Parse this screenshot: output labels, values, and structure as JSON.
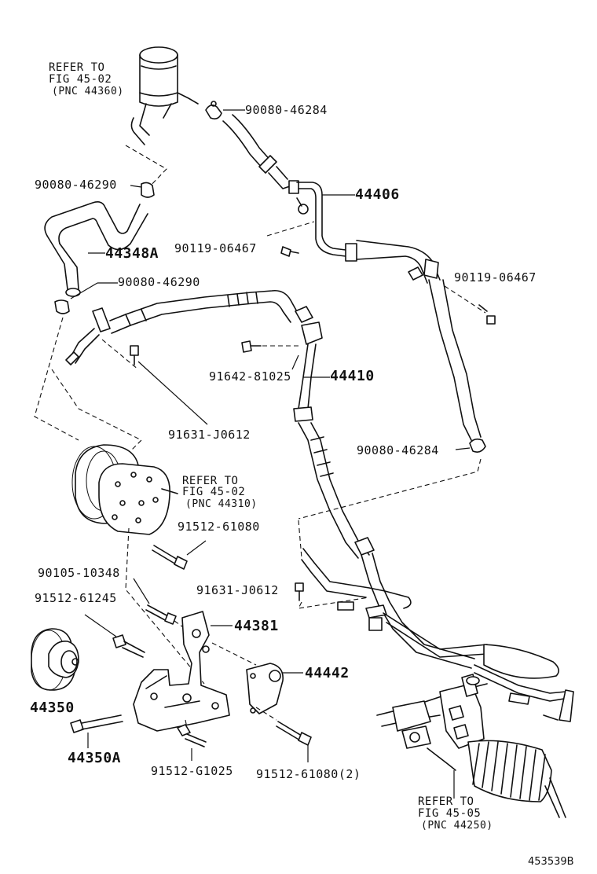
{
  "labels": {
    "ref_reservoir_1": "REFER TO",
    "ref_reservoir_2": "FIG 45-02",
    "ref_reservoir_3": "(PNC 44360)",
    "clamp_top_right": "90080-46284",
    "clamp_upper_left": "90080-46290",
    "return_tube": "44406",
    "hose_suction": "44348A",
    "bolt_center": "90119-06467",
    "bolt_right": "90119-06467",
    "clamp_mid_left": "90080-46290",
    "bolt_union": "91642-81025",
    "pressure_tube": "44410",
    "bolt_bracket": "91631-J0612",
    "clamp_lower_right": "90080-46284",
    "ref_pump_1": "REFER TO",
    "ref_pump_2": "FIG 45-02",
    "ref_pump_3": "(PNC 44310)",
    "bolt_pump": "91512-61080",
    "bolt_rack": "91631-J0612",
    "bolt_left_a": "90105-10348",
    "bolt_left_b": "91512-61245",
    "bracket": "44381",
    "bracket_small": "44442",
    "idler_pulley": "44350",
    "idler_bolt": "44350A",
    "bolt_bottom_center": "91512-G1025",
    "bolt_bottom_right": "91512-61080(2)",
    "ref_gear_1": "REFER TO",
    "ref_gear_2": "FIG 45-05",
    "ref_gear_3": "(PNC 44250)",
    "figure_code": "453539B"
  }
}
